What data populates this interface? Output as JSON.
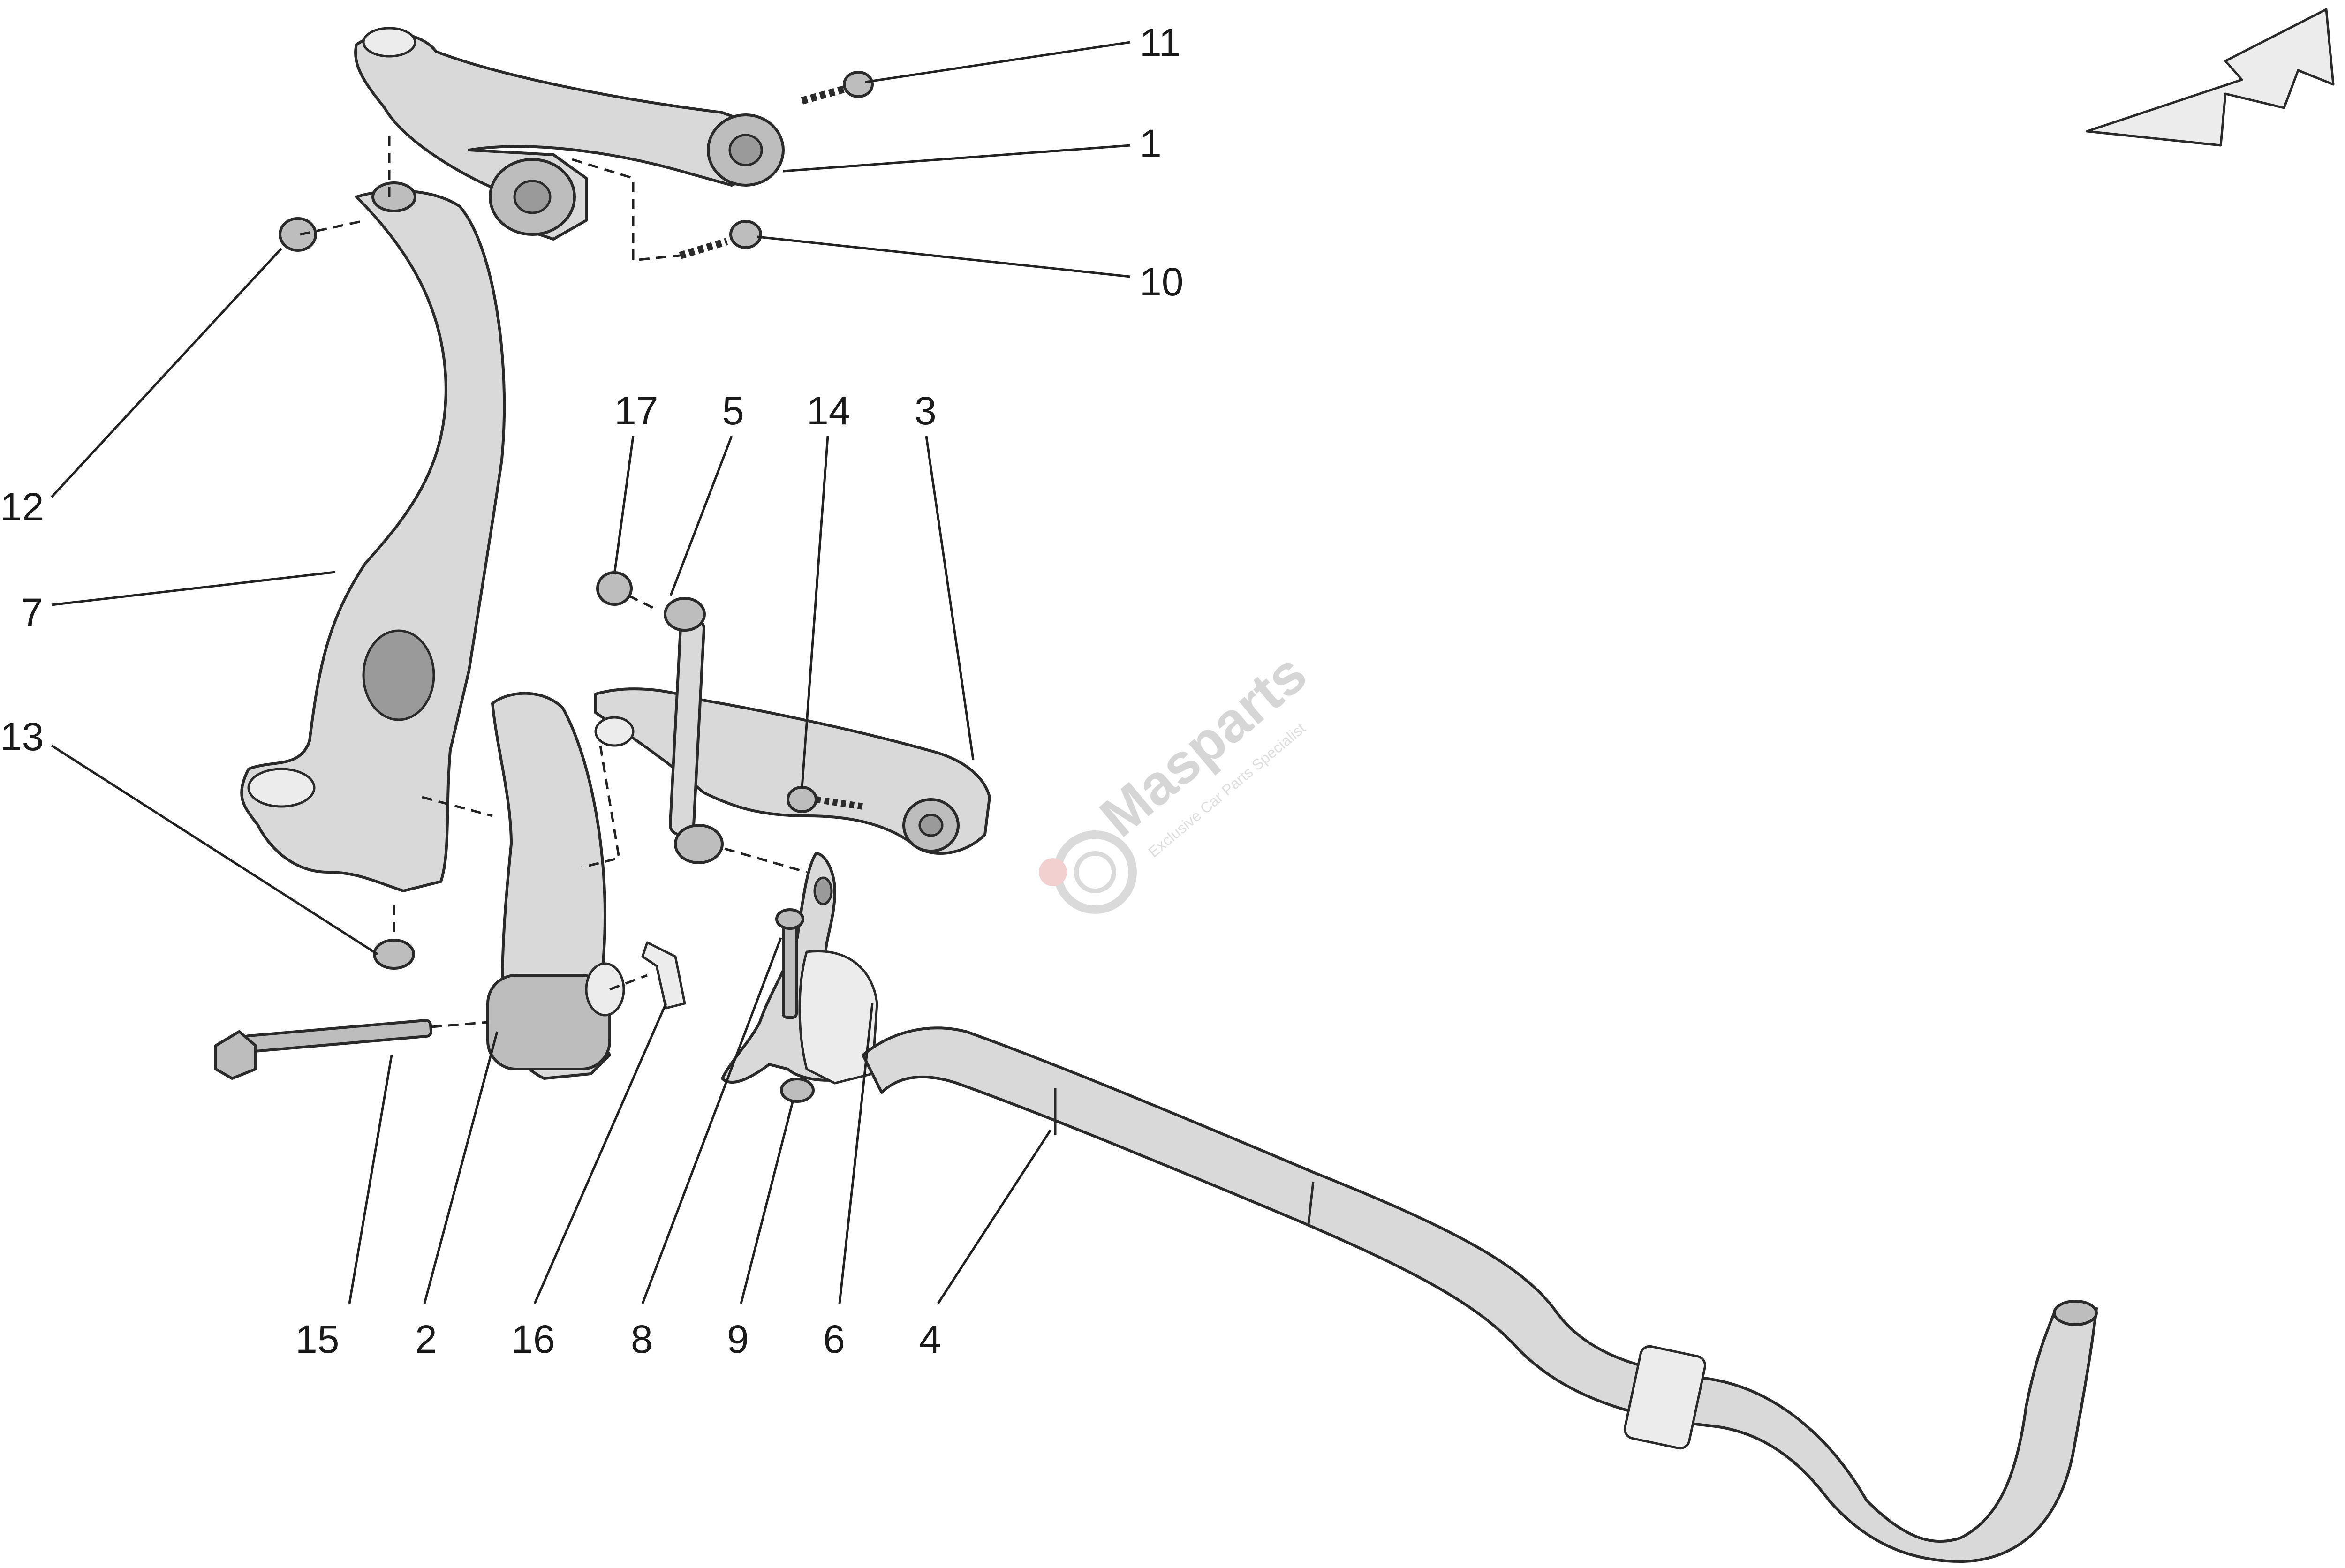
{
  "diagram": {
    "callouts": [
      {
        "id": "c11",
        "label": "11"
      },
      {
        "id": "c1",
        "label": "1"
      },
      {
        "id": "c10",
        "label": "10"
      },
      {
        "id": "c12",
        "label": "12"
      },
      {
        "id": "c7",
        "label": "7"
      },
      {
        "id": "c13",
        "label": "13"
      },
      {
        "id": "c17",
        "label": "17"
      },
      {
        "id": "c5",
        "label": "5"
      },
      {
        "id": "c14",
        "label": "14"
      },
      {
        "id": "c3",
        "label": "3"
      },
      {
        "id": "c15",
        "label": "15"
      },
      {
        "id": "c2",
        "label": "2"
      },
      {
        "id": "c16",
        "label": "16"
      },
      {
        "id": "c8",
        "label": "8"
      },
      {
        "id": "c9",
        "label": "9"
      },
      {
        "id": "c6",
        "label": "6"
      },
      {
        "id": "c4",
        "label": "4"
      }
    ],
    "watermark": {
      "brand": "Masparts",
      "tagline": "Exclusive Car Parts Specialist"
    },
    "direction_arrow_icon": "front-direction-arrow-icon"
  }
}
